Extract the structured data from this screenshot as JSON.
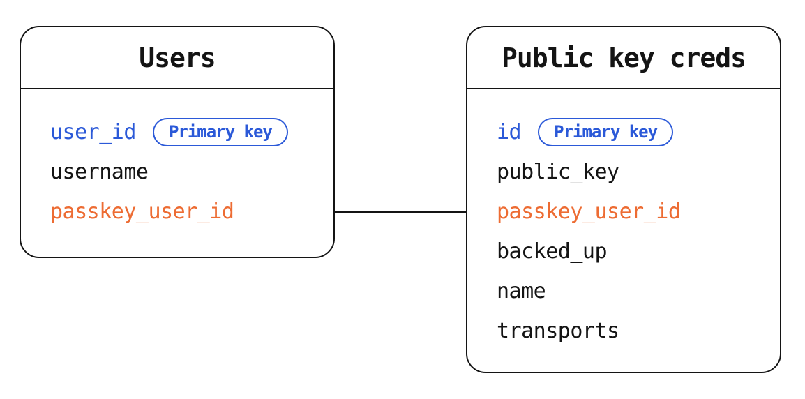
{
  "colors": {
    "blue": "#2b59d8",
    "orange": "#ed6c33",
    "line": "#141414",
    "background": "#ffffff"
  },
  "tables": [
    {
      "title": "Users",
      "fields": [
        {
          "name": "user_id",
          "color": "blue",
          "badge": "Primary key"
        },
        {
          "name": "username",
          "color": "black"
        },
        {
          "name": "passkey_user_id",
          "color": "orange"
        }
      ]
    },
    {
      "title": "Public key creds",
      "fields": [
        {
          "name": "id",
          "color": "blue",
          "badge": "Primary key"
        },
        {
          "name": "public_key",
          "color": "black"
        },
        {
          "name": "passkey_user_id",
          "color": "orange"
        },
        {
          "name": "backed_up",
          "color": "black"
        },
        {
          "name": "name",
          "color": "black"
        },
        {
          "name": "transports",
          "color": "black"
        }
      ]
    }
  ],
  "relationship": {
    "connects": [
      "Users.passkey_user_id",
      "Public key creds.passkey_user_id"
    ]
  }
}
